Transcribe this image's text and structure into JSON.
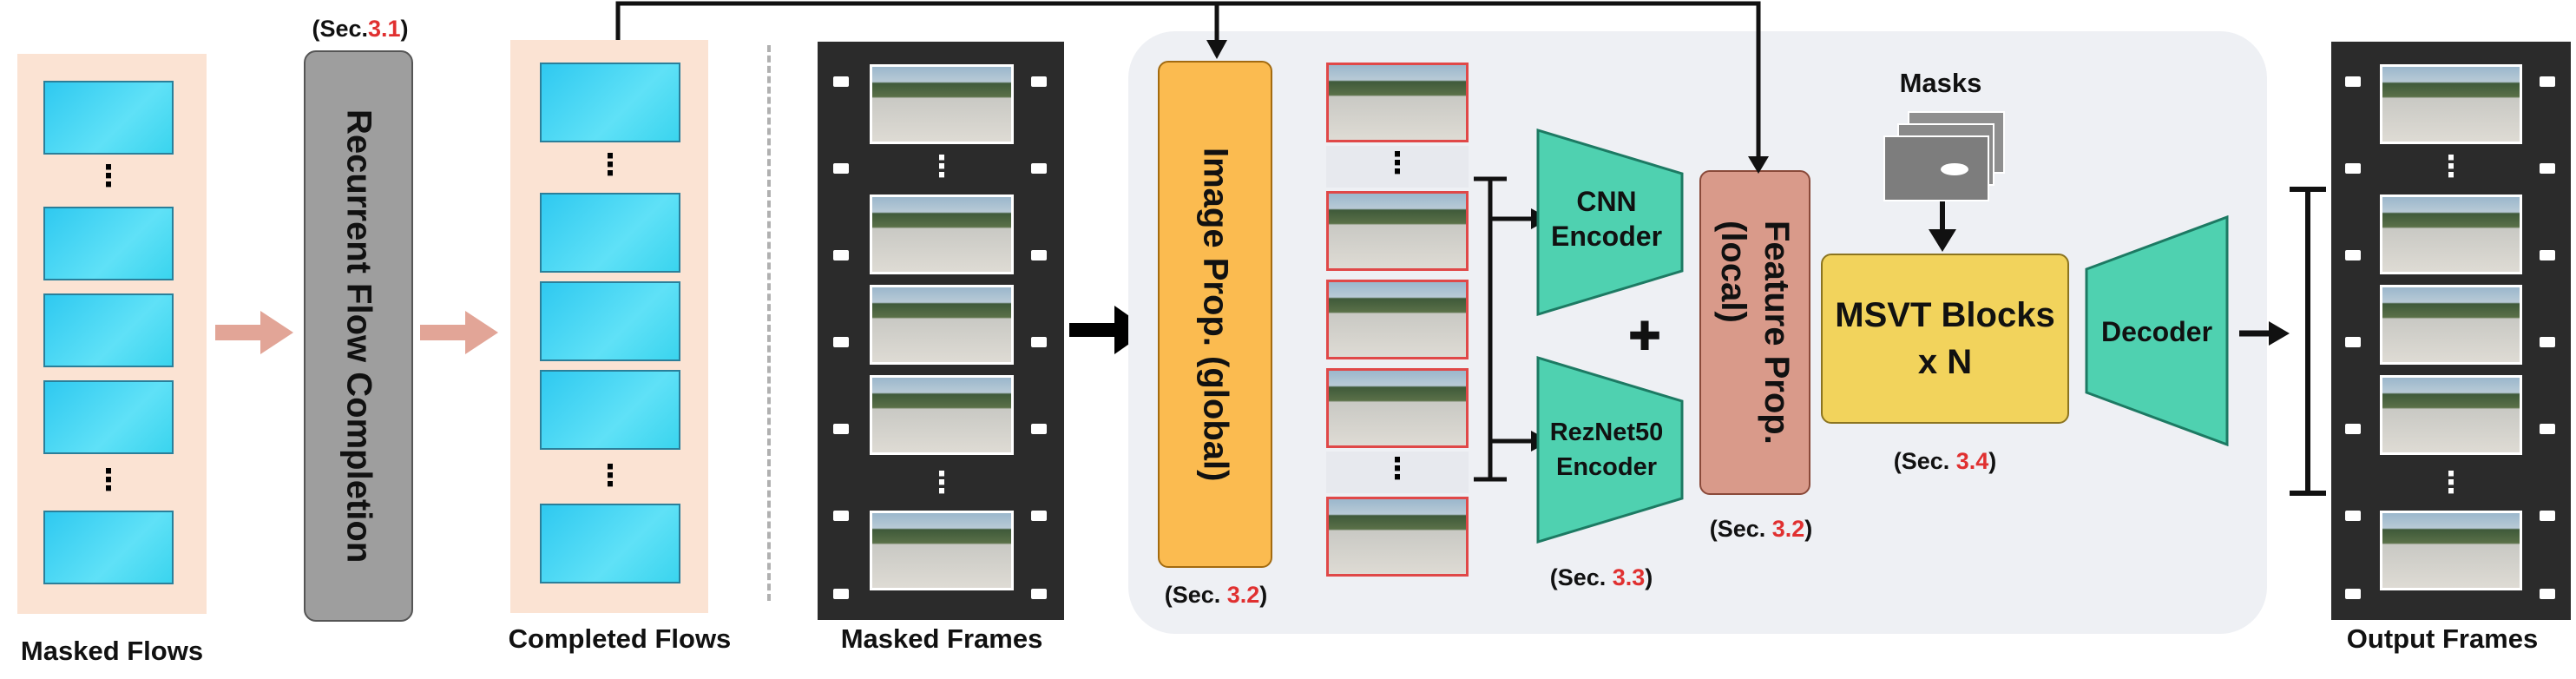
{
  "labels": {
    "masked_flows": "Masked Flows",
    "completed_flows": "Completed Flows",
    "masked_frames": "Masked Frames",
    "output_frames": "Output Frames",
    "masks": "Masks"
  },
  "blocks": {
    "recurrent_flow_completion": "Recurrent Flow Completion",
    "image_prop": "Image Prop. (global)",
    "feature_prop_line1": "Feature Prop.",
    "feature_prop_line2": "(local)",
    "cnn_encoder_line1": "CNN",
    "cnn_encoder_line2": "Encoder",
    "reznet_encoder_line1": "RezNet50",
    "reznet_encoder_line2": "Encoder",
    "msvt_line1": "MSVT Blocks",
    "msvt_line2": "x N",
    "decoder": "Decoder",
    "plus": "✚"
  },
  "sections": {
    "prefix_tight": "(Sec.",
    "prefix": "(Sec. ",
    "suffix": ")",
    "s31": "3.1",
    "s32": "3.2",
    "s33": "3.3",
    "s34": "3.4"
  },
  "dots": "⋮",
  "colors": {
    "peach_bg": "#fbe3d3",
    "gray_block": "#9e9e9e",
    "orange_block": "#fbbb50",
    "salmon_block": "#d99a8a",
    "teal_encoder": "#4fd1b0",
    "yellow_block": "#f2d35c",
    "panel_bg": "#eef0f4",
    "section_red": "#e03030",
    "arrow_salmon": "#e2a597"
  }
}
